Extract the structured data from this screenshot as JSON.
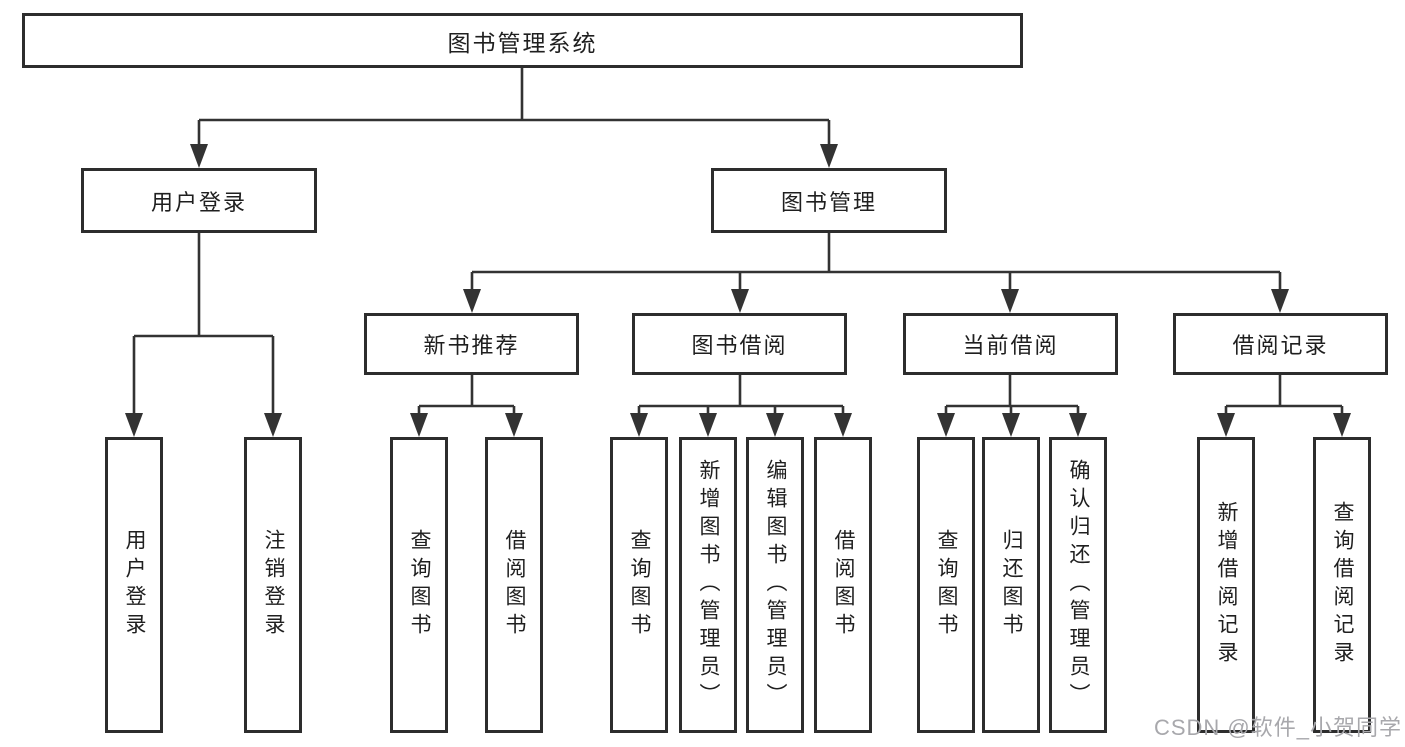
{
  "tree": {
    "root": "图书管理系统",
    "branches": [
      {
        "label": "用户登录",
        "leaves": [
          "用户登录",
          "注销登录"
        ]
      },
      {
        "label": "图书管理",
        "groups": [
          {
            "label": "新书推荐",
            "leaves": [
              "查询图书",
              "借阅图书"
            ]
          },
          {
            "label": "图书借阅",
            "leaves": [
              "查询图书",
              "新增图书（管理员）",
              "编辑图书（管理员）",
              "借阅图书"
            ]
          },
          {
            "label": "当前借阅",
            "leaves": [
              "查询图书",
              "归还图书",
              "确认归还（管理员）"
            ]
          },
          {
            "label": "借阅记录",
            "leaves": [
              "新增借阅记录",
              "查询借阅记录"
            ]
          }
        ]
      }
    ]
  },
  "watermark": {
    "text": "CSDN @软件_小贺同学"
  },
  "colors": {
    "line": "#333333",
    "border": "#2d2d2d",
    "text": "#1f1f1f",
    "watermark": "#a8a8ac",
    "background": "#ffffff"
  }
}
